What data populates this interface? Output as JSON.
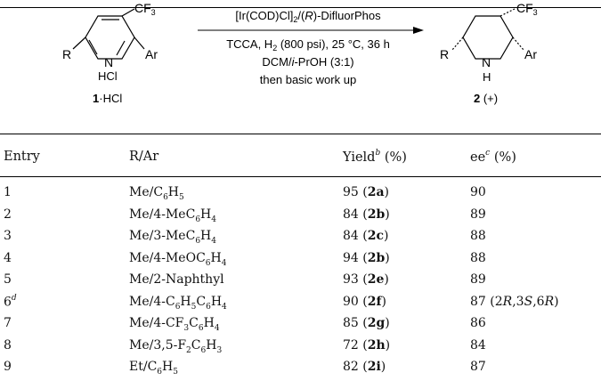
{
  "scheme": {
    "reactant_label": "1",
    "reactant_suffix": "·HCl",
    "reactant_substituents": {
      "cf3": "CF",
      "cf3_sub": "3",
      "r": "R",
      "ar": "Ar",
      "hcl": "HCl",
      "n": "N"
    },
    "conditions": {
      "catalyst": "[Ir(COD)Cl]",
      "catalyst_sub": "2",
      "ligand": "/(",
      "ligand_r": "R",
      "ligand_rest": ")-DifluorPhos",
      "line2_a": "TCCA, H",
      "line2_sub": "2",
      "line2_b": " (800 psi), 25 °C, 36 h",
      "line3_a": "DCM/",
      "line3_i": "i",
      "line3_b": "-PrOH (3:1)",
      "line4": "then basic work up"
    },
    "product_label": "2",
    "product_suffix": " (+)",
    "product_substituents": {
      "cf3": "CF",
      "cf3_sub": "3",
      "r": "R",
      "ar": "Ar",
      "n": "N",
      "h": "H"
    }
  },
  "table": {
    "headers": [
      "Entry",
      "R/Ar",
      "Yield",
      "b",
      " (%)",
      "ee",
      "c",
      " (%)"
    ],
    "rows": [
      {
        "entry": "1",
        "entry_sup": "",
        "ra": [
          "Me/C",
          "6",
          "H",
          "5"
        ],
        "yield": "95",
        "compound": "2a",
        "ee": "90",
        "config": ""
      },
      {
        "entry": "2",
        "entry_sup": "",
        "ra": [
          "Me/4-MeC",
          "6",
          "H",
          "4"
        ],
        "yield": "84",
        "compound": "2b",
        "ee": "89",
        "config": ""
      },
      {
        "entry": "3",
        "entry_sup": "",
        "ra": [
          "Me/3-MeC",
          "6",
          "H",
          "4"
        ],
        "yield": "84",
        "compound": "2c",
        "ee": "88",
        "config": ""
      },
      {
        "entry": "4",
        "entry_sup": "",
        "ra": [
          "Me/4-MeOC",
          "6",
          "H",
          "4"
        ],
        "yield": "94",
        "compound": "2b",
        "ee": "88",
        "config": ""
      },
      {
        "entry": "5",
        "entry_sup": "",
        "ra": [
          "Me/2-Naphthyl",
          "",
          "",
          ""
        ],
        "yield": "93",
        "compound": "2e",
        "ee": "89",
        "config": ""
      },
      {
        "entry": "6",
        "entry_sup": "d",
        "ra": [
          "Me/4-C",
          "6",
          "H",
          "5",
          "C",
          "6",
          "H",
          "4"
        ],
        "yield": "90",
        "compound": "2f",
        "ee": "87",
        "config": "2R,3S,6R"
      },
      {
        "entry": "7",
        "entry_sup": "",
        "ra": [
          "Me/4-CF",
          "3",
          "C",
          "6",
          "H",
          "4"
        ],
        "yield": "85",
        "compound": "2g",
        "ee": "86",
        "config": ""
      },
      {
        "entry": "8",
        "entry_sup": "",
        "ra": [
          "Me/3,5-F",
          "2",
          "C",
          "6",
          "H",
          "3"
        ],
        "yield": "72",
        "compound": "2h",
        "ee": "84",
        "config": ""
      },
      {
        "entry": "9",
        "entry_sup": "",
        "ra": [
          "Et/C",
          "6",
          "H",
          "5"
        ],
        "yield": "82",
        "compound": "2i",
        "ee": "87",
        "config": ""
      }
    ]
  }
}
